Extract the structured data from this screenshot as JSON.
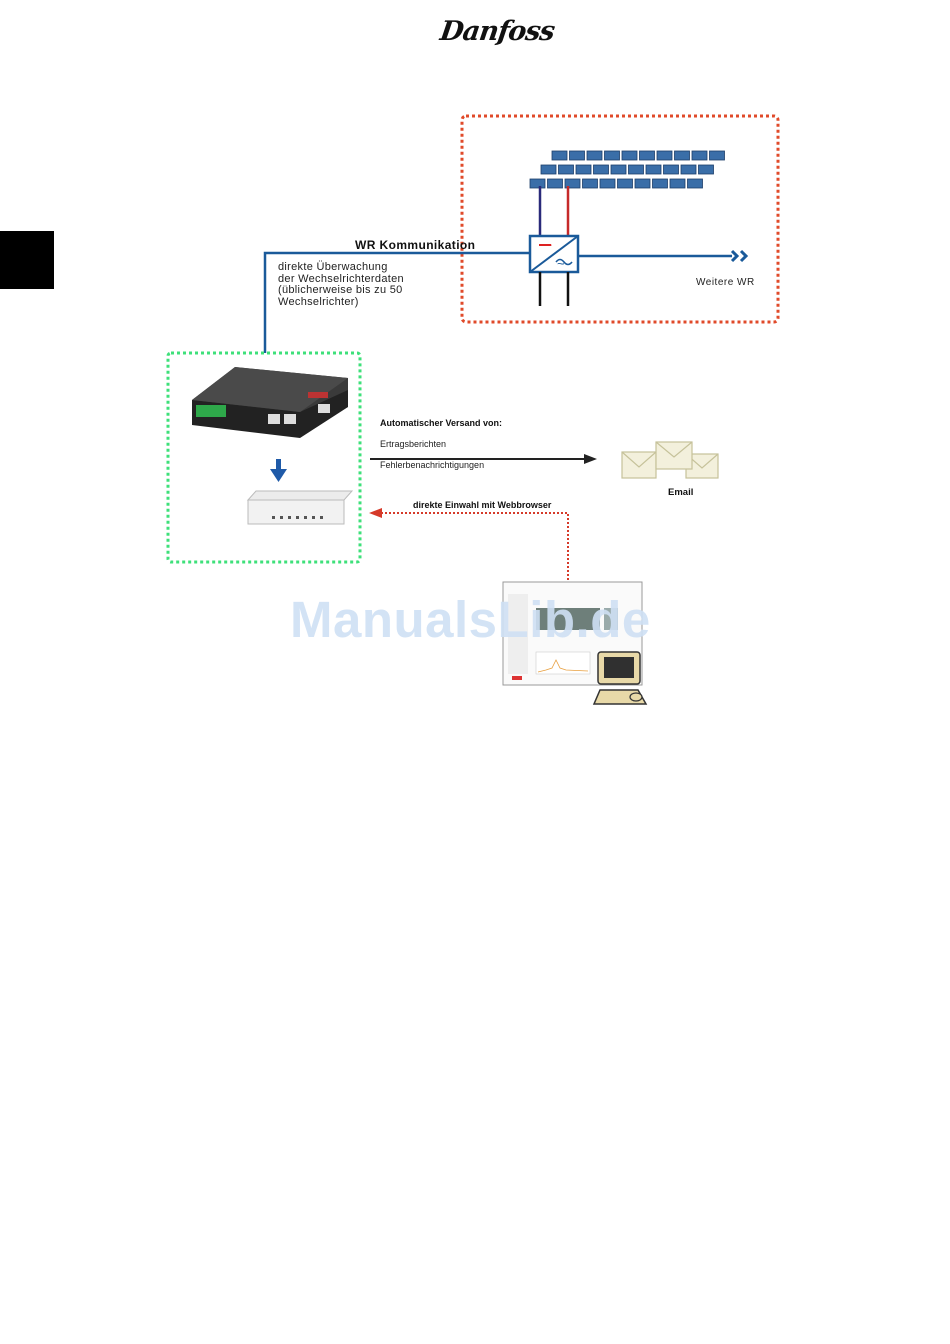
{
  "header": {
    "logo_text": "Danfoss"
  },
  "diagram": {
    "wr_kommunikation": "WR Kommunikation",
    "monitoring_note": "direkte Überwachung\nder Wechselrichterdaten\n(üblicherweise bis zu 50\n Wechselrichter)",
    "weitere_wr": "Weitere WR",
    "versand_title": "Automatischer Versand von:",
    "versand_items": [
      "Ertragsberichten",
      "Fehlerbenachrichtigungen"
    ],
    "email_label": "Email",
    "einwahl_label": "direkte Einwahl mit Webbrowser",
    "inverter_minus": "–",
    "inverter_ac": "~",
    "colors": {
      "solar_box": "#e04a2a",
      "datalogger_box": "#3ee07a",
      "communication_line": "#1a5a9a",
      "einwahl_arrow": "#d63a2a",
      "versand_arrow": "#222222",
      "modem_arrow": "#1f5aa8"
    }
  },
  "watermark": {
    "text": "ManualsLib.de"
  }
}
